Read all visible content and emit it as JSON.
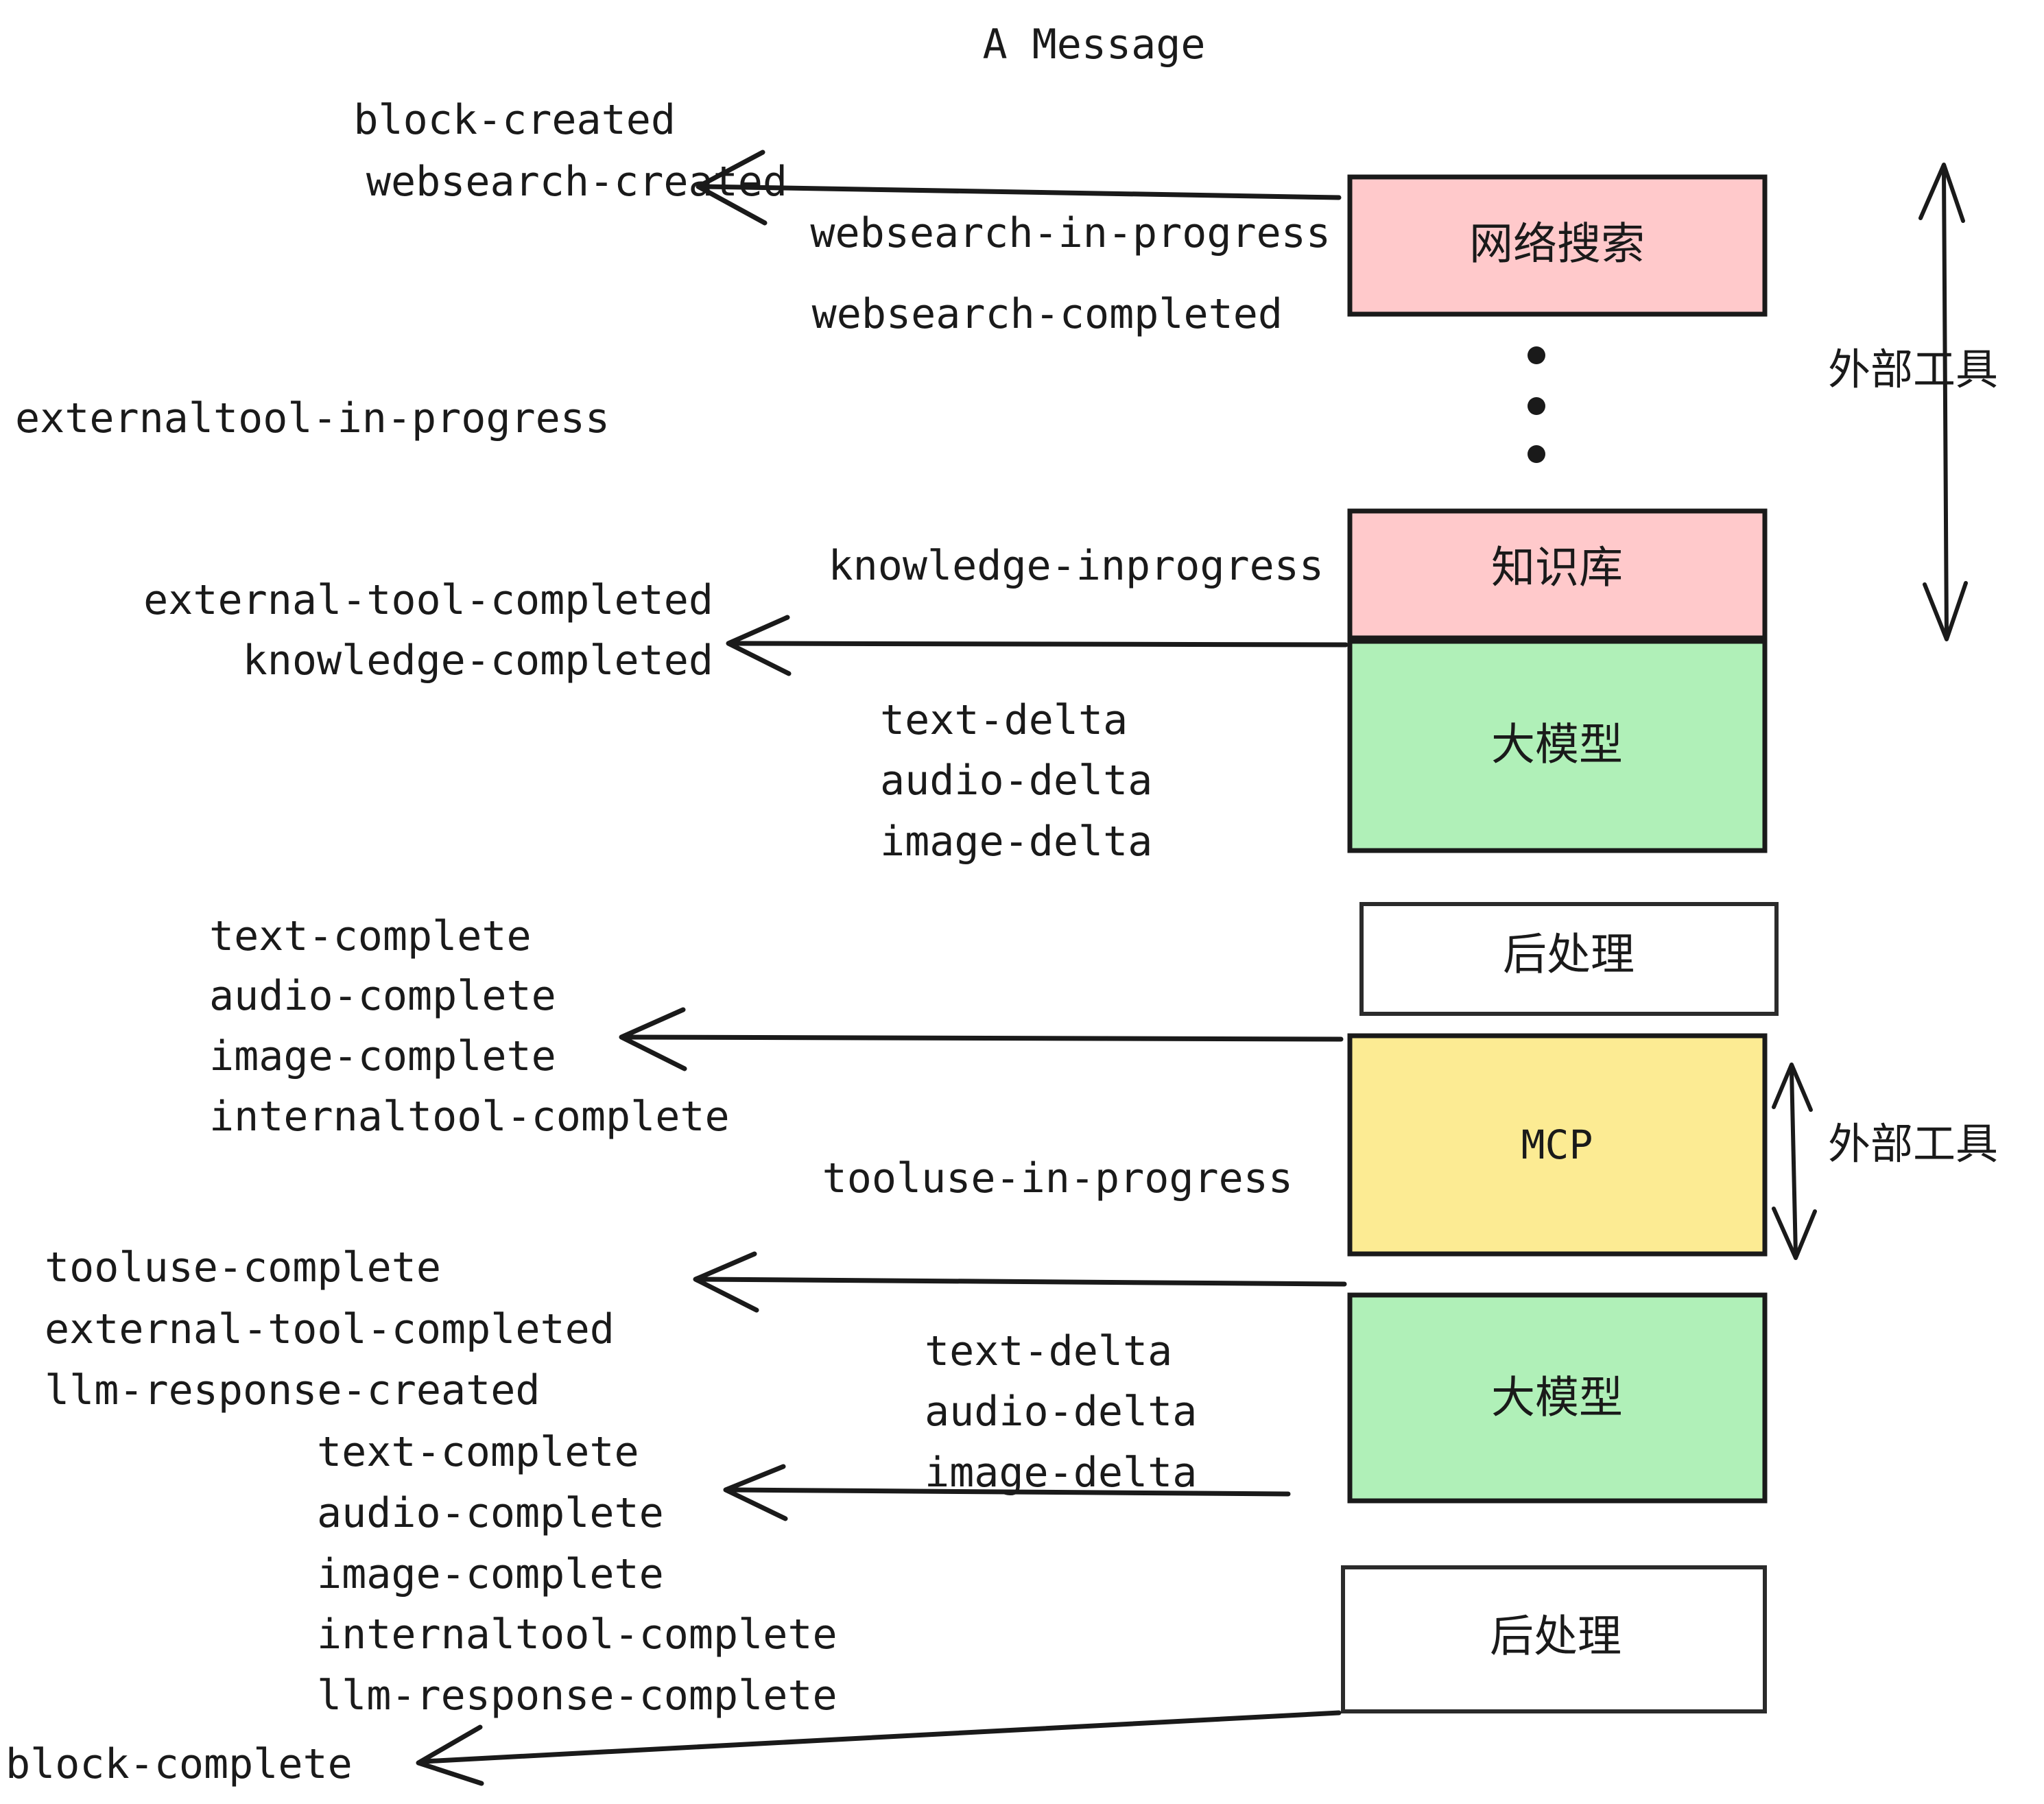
{
  "title": "A Message",
  "colors": {
    "pink": "#ffc9cb",
    "green": "#b0f0b8",
    "yellow": "#fceb93",
    "white": "#ffffff",
    "stroke": "#1a1a1a",
    "text": "#1a1a1a",
    "background": "#ffffff"
  },
  "nodes": [
    {
      "id": "websearch",
      "label": "网络搜索",
      "fill": "#ffc9cb",
      "script": "cjk"
    },
    {
      "id": "knowledge",
      "label": "知识库",
      "fill": "#ffc9cb",
      "script": "cjk"
    },
    {
      "id": "llm-top",
      "label": "大模型",
      "fill": "#b0f0b8",
      "script": "cjk"
    },
    {
      "id": "post-top",
      "label": "后处理",
      "fill": "#ffffff",
      "script": "cjk"
    },
    {
      "id": "mcp",
      "label": "MCP",
      "fill": "#fceb93",
      "script": "latin"
    },
    {
      "id": "llm-bottom",
      "label": "大模型",
      "fill": "#b0f0b8",
      "script": "cjk"
    },
    {
      "id": "post-bottom",
      "label": "后处理",
      "fill": "#ffffff",
      "script": "cjk"
    }
  ],
  "side_annotations": [
    {
      "id": "external-tools-top",
      "label": "外部工具"
    },
    {
      "id": "external-tools-bottom",
      "label": "外部工具"
    }
  ],
  "events": {
    "block_created": "block-created",
    "websearch_created": "websearch-created",
    "websearch_in_progress": "websearch-in-progress",
    "websearch_completed": "websearch-completed",
    "externaltool_in_progress": "externaltool-in-progress",
    "knowledge_inprogress": "knowledge-inprogress",
    "external_tool_completed_1": "external-tool-completed",
    "knowledge_completed": "knowledge-completed",
    "text_delta_1": "text-delta",
    "audio_delta_1": "audio-delta",
    "image_delta_1": "image-delta",
    "text_complete_1": "text-complete",
    "audio_complete_1": "audio-complete",
    "image_complete_1": "image-complete",
    "internaltool_complete_1": "internaltool-complete",
    "tooluse_in_progress": "tooluse-in-progress",
    "tooluse_complete": "tooluse-complete",
    "external_tool_completed_2": "external-tool-completed",
    "llm_response_created": "llm-response-created",
    "text_delta_2": "text-delta",
    "audio_delta_2": "audio-delta",
    "image_delta_2": "image-delta",
    "text_complete_2": "text-complete",
    "audio_complete_2": "audio-complete",
    "image_complete_2": "image-complete",
    "internaltool_complete_2": "internaltool-complete",
    "llm_response_complete": "llm-response-complete",
    "block_complete": "block-complete"
  },
  "ellipsis": {
    "dots": 3,
    "meaning": "more external tools omitted"
  }
}
